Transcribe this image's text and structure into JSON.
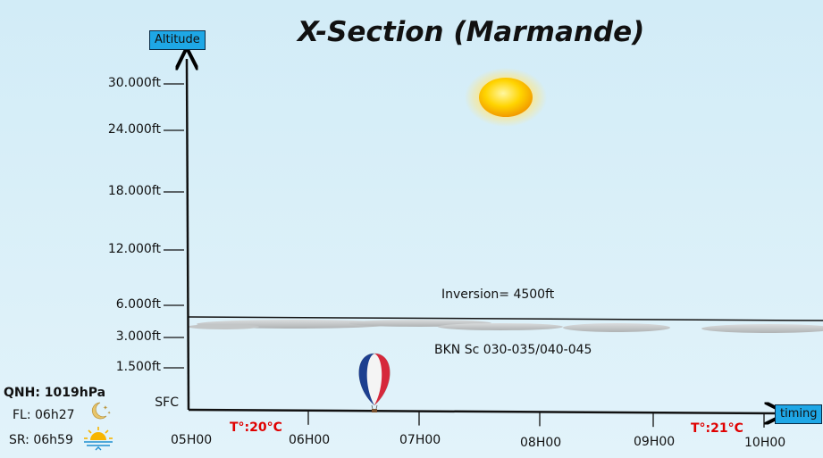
{
  "title": "X-Section (Marmande)",
  "y_axis_label": "Altitude",
  "x_axis_label": "timing",
  "altitude_ticks": [
    {
      "label": "30.000ft",
      "ft": 30000
    },
    {
      "label": "24.000ft",
      "ft": 24000
    },
    {
      "label": "18.000ft",
      "ft": 18000
    },
    {
      "label": "12.000ft",
      "ft": 12000
    },
    {
      "label": "6.000ft",
      "ft": 6000
    },
    {
      "label": "3.000ft",
      "ft": 3000
    },
    {
      "label": "1.500ft",
      "ft": 1500
    },
    {
      "label": "SFC",
      "ft": 0
    }
  ],
  "time_ticks": [
    "05H00",
    "06H00",
    "07H00",
    "08H00",
    "09H00",
    "10H00"
  ],
  "inversion_label": "Inversion= 4500ft",
  "cloud_label": "BKN Sc 030-035/040-045",
  "temp_start": "T°:20°C",
  "temp_end": "T°:21°C",
  "qnh": "QNH: 1019hPa",
  "first_light": "FL: 06h27",
  "sunrise": "SR: 06h59",
  "icons": {
    "sun": "sun-icon",
    "balloon": "hot-air-balloon-icon",
    "moon": "moon-stars-icon",
    "sunrise": "sunrise-icon"
  },
  "colors": {
    "sky": "#d2ecf7",
    "label_box": "#1ea7e6",
    "temperature": "#e00000",
    "balloon_blue": "#1d3f8f",
    "balloon_red": "#d6283b"
  }
}
